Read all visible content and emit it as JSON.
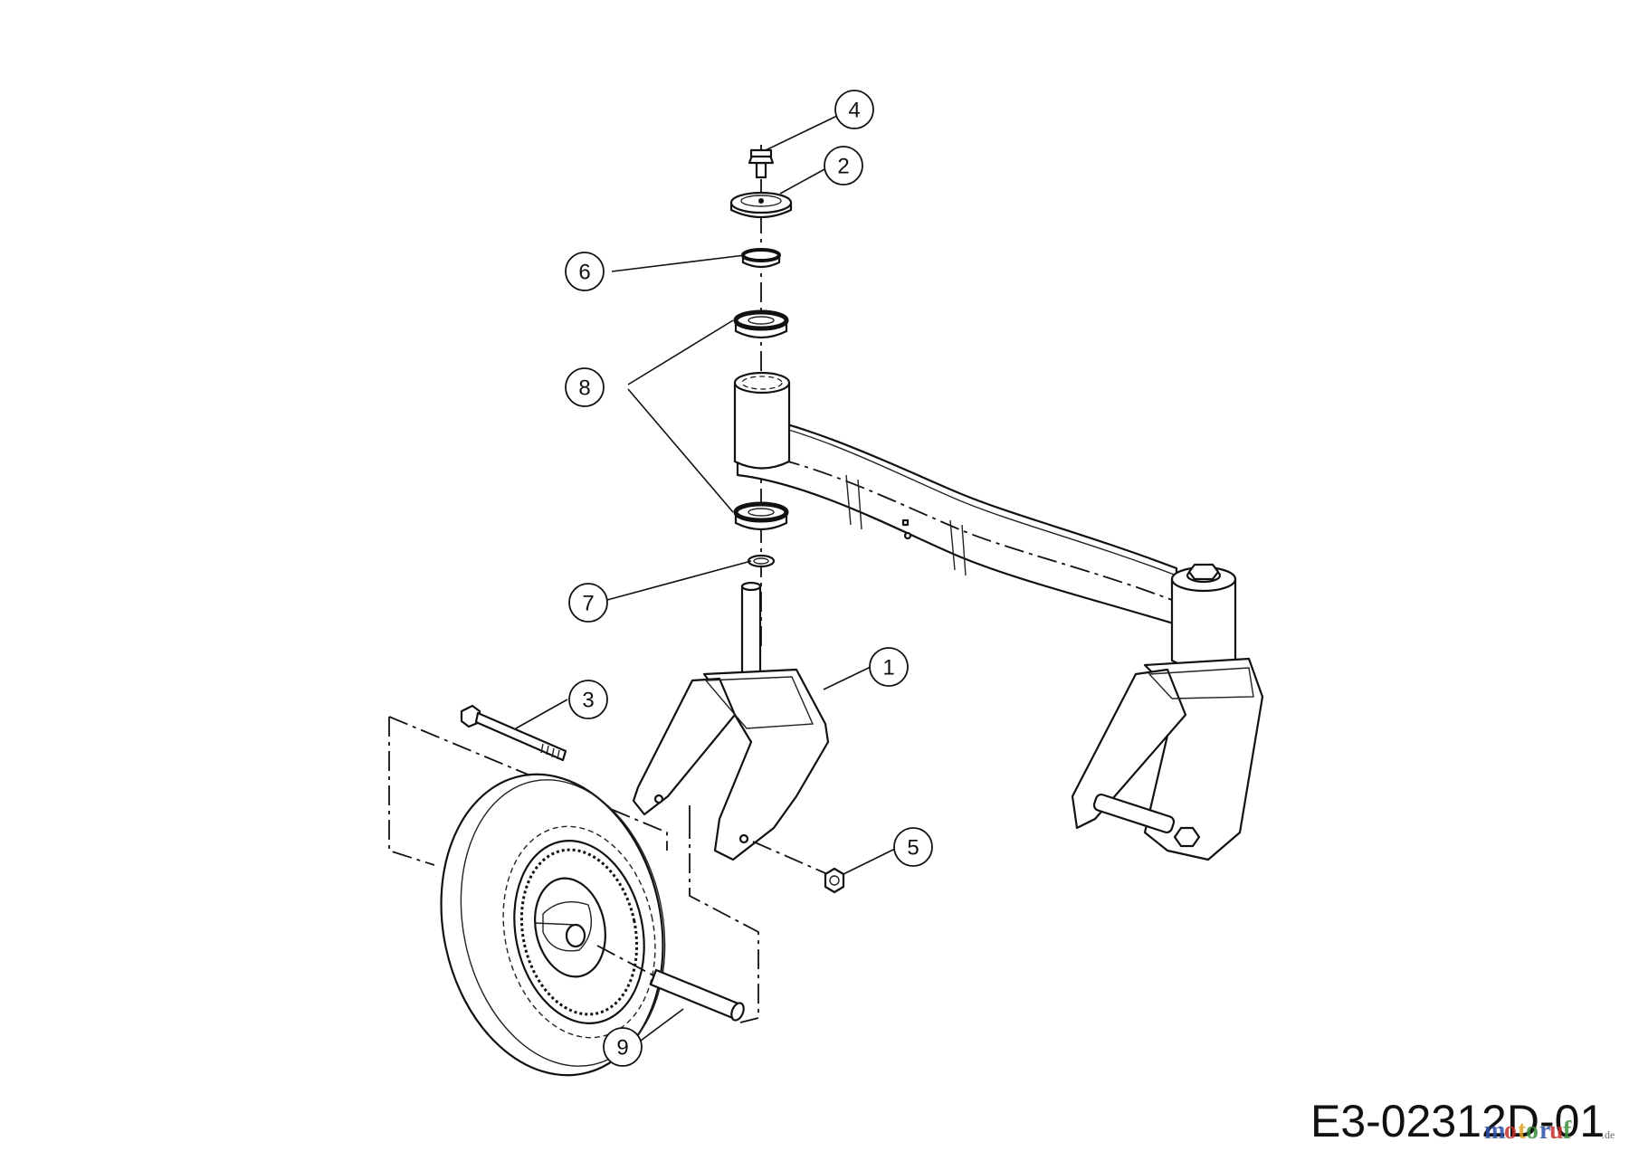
{
  "diagram": {
    "drawing_number": "E3-02312D-01",
    "watermark": {
      "text": "motoruf",
      "domain": ".de",
      "colors": [
        "#2b4fa8",
        "#c4302b",
        "#e0a020",
        "#3a8f3a",
        "#2b4fa8",
        "#c4302b",
        "#3a8f3a"
      ]
    },
    "callouts": [
      {
        "id": "callout-1",
        "label": "1"
      },
      {
        "id": "callout-2",
        "label": "2"
      },
      {
        "id": "callout-3",
        "label": "3"
      },
      {
        "id": "callout-4",
        "label": "4"
      },
      {
        "id": "callout-5",
        "label": "5"
      },
      {
        "id": "callout-6",
        "label": "6"
      },
      {
        "id": "callout-7",
        "label": "7"
      },
      {
        "id": "callout-8",
        "label": "8"
      },
      {
        "id": "callout-9",
        "label": "9"
      }
    ]
  }
}
